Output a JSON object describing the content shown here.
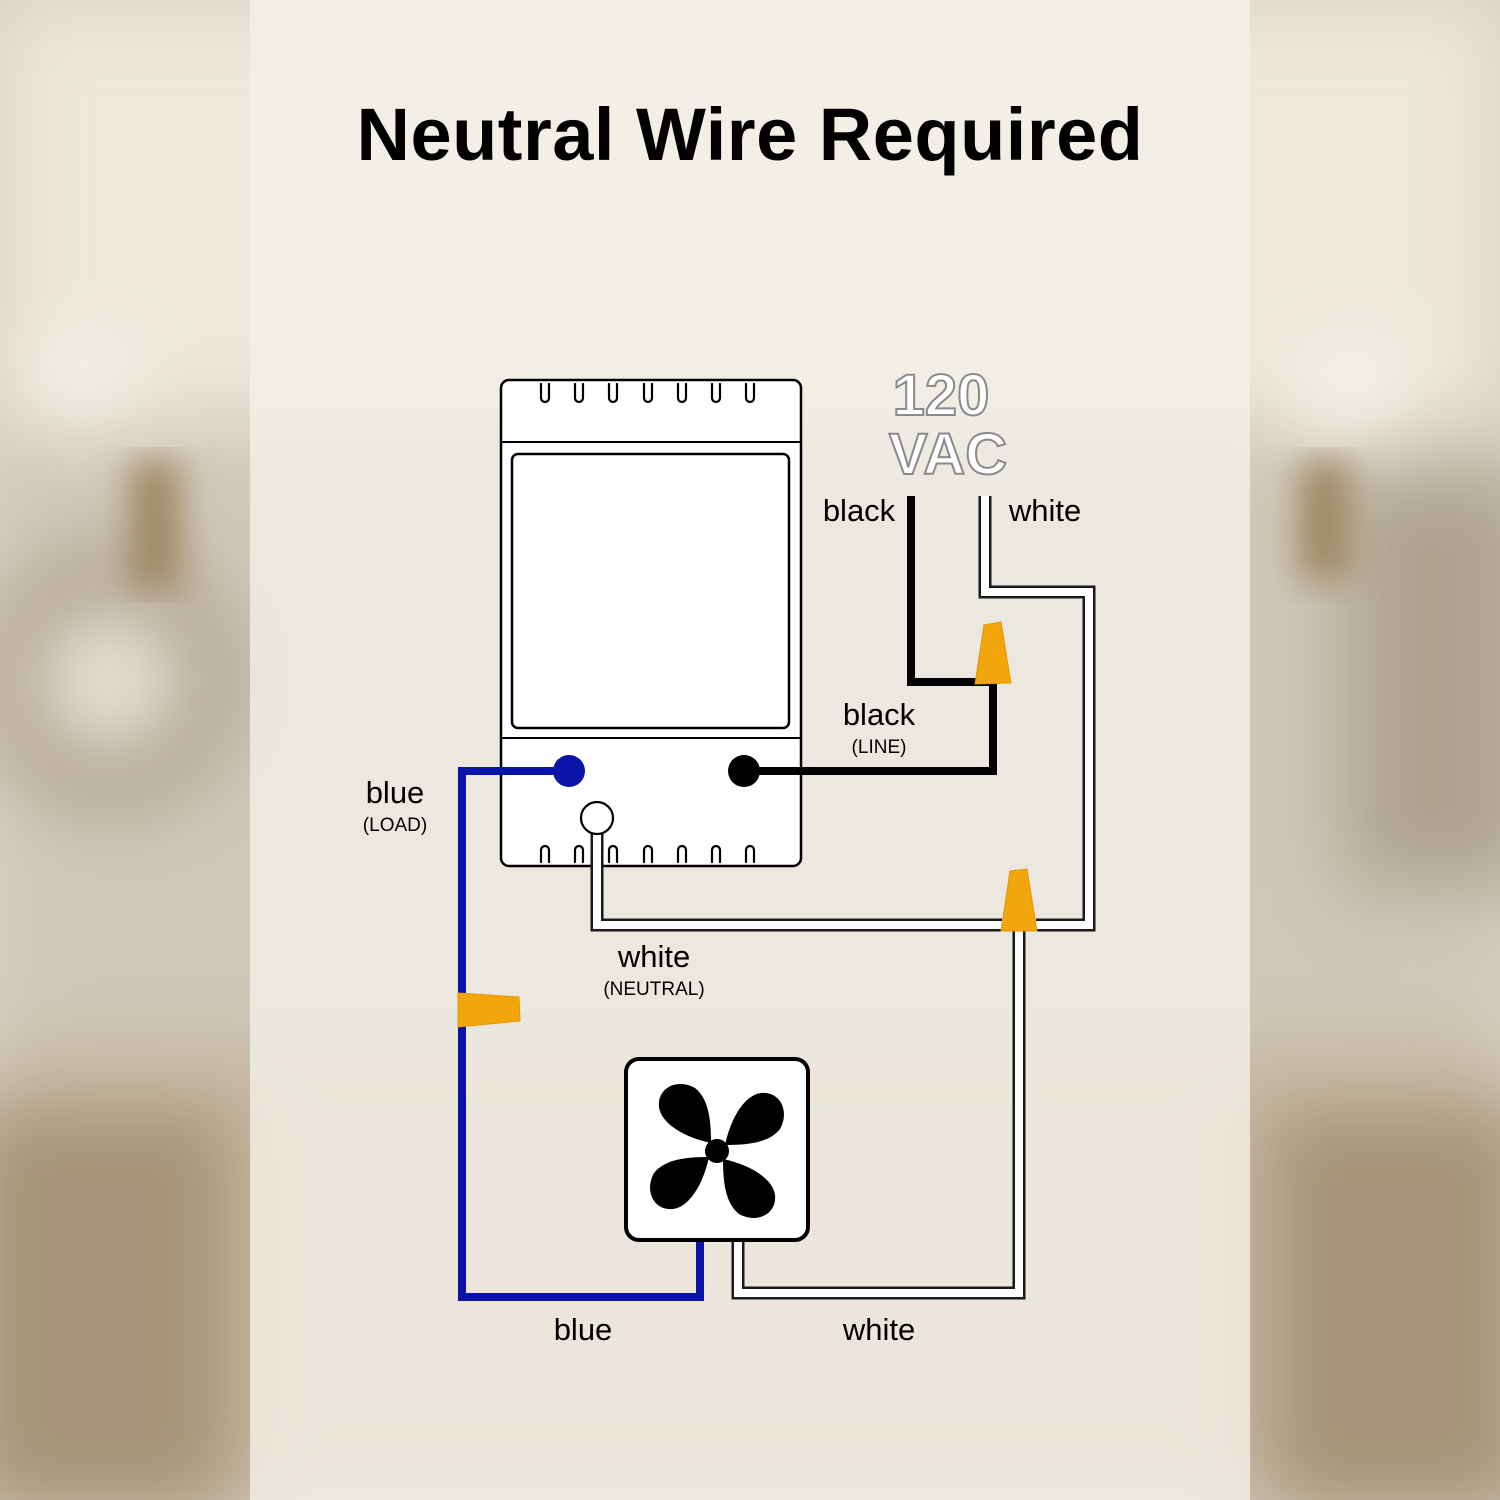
{
  "title": "Neutral Wire Required",
  "supply": {
    "line1": "120",
    "line2": "VAC"
  },
  "labels": {
    "supply_black": "black",
    "supply_white": "white",
    "line_black": "black",
    "line_black_sub": "(LINE)",
    "load_blue": "blue",
    "load_blue_sub": "(LOAD)",
    "neutral_white": "white",
    "neutral_white_sub": "(NEUTRAL)",
    "fan_blue": "blue",
    "fan_white": "white"
  },
  "colors": {
    "blue_wire": "#0b14a8",
    "black_wire": "#000000",
    "white_wire": "#ffffff",
    "wire_nut": "#f2a60c",
    "title": "#000000"
  },
  "icons": {
    "switch": "smart-switch-icon",
    "fan": "fan-icon",
    "connector": "wire-nut-icon"
  }
}
